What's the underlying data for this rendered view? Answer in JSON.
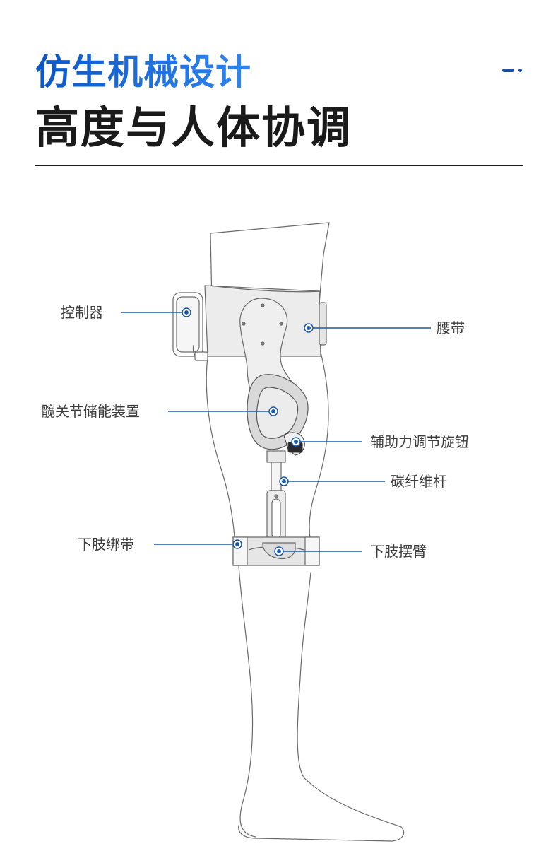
{
  "header": {
    "title_line1": "仿生机械设计",
    "title_line2": "高度与人体协调"
  },
  "colors": {
    "accent_blue": "#1f6fe0",
    "callout_line": "#1a5aaa",
    "dark_text": "#1a1a1a",
    "label_text": "#3d3d3d"
  },
  "callouts": {
    "controller": "控制器",
    "waist_belt": "腰带",
    "hip_storage": "髋关节储能装置",
    "assist_knob": "辅助力调节旋钮",
    "carbon_rod": "碳纤维杆",
    "lower_strap": "下肢绑带",
    "lower_arm": "下肢摆臂"
  }
}
